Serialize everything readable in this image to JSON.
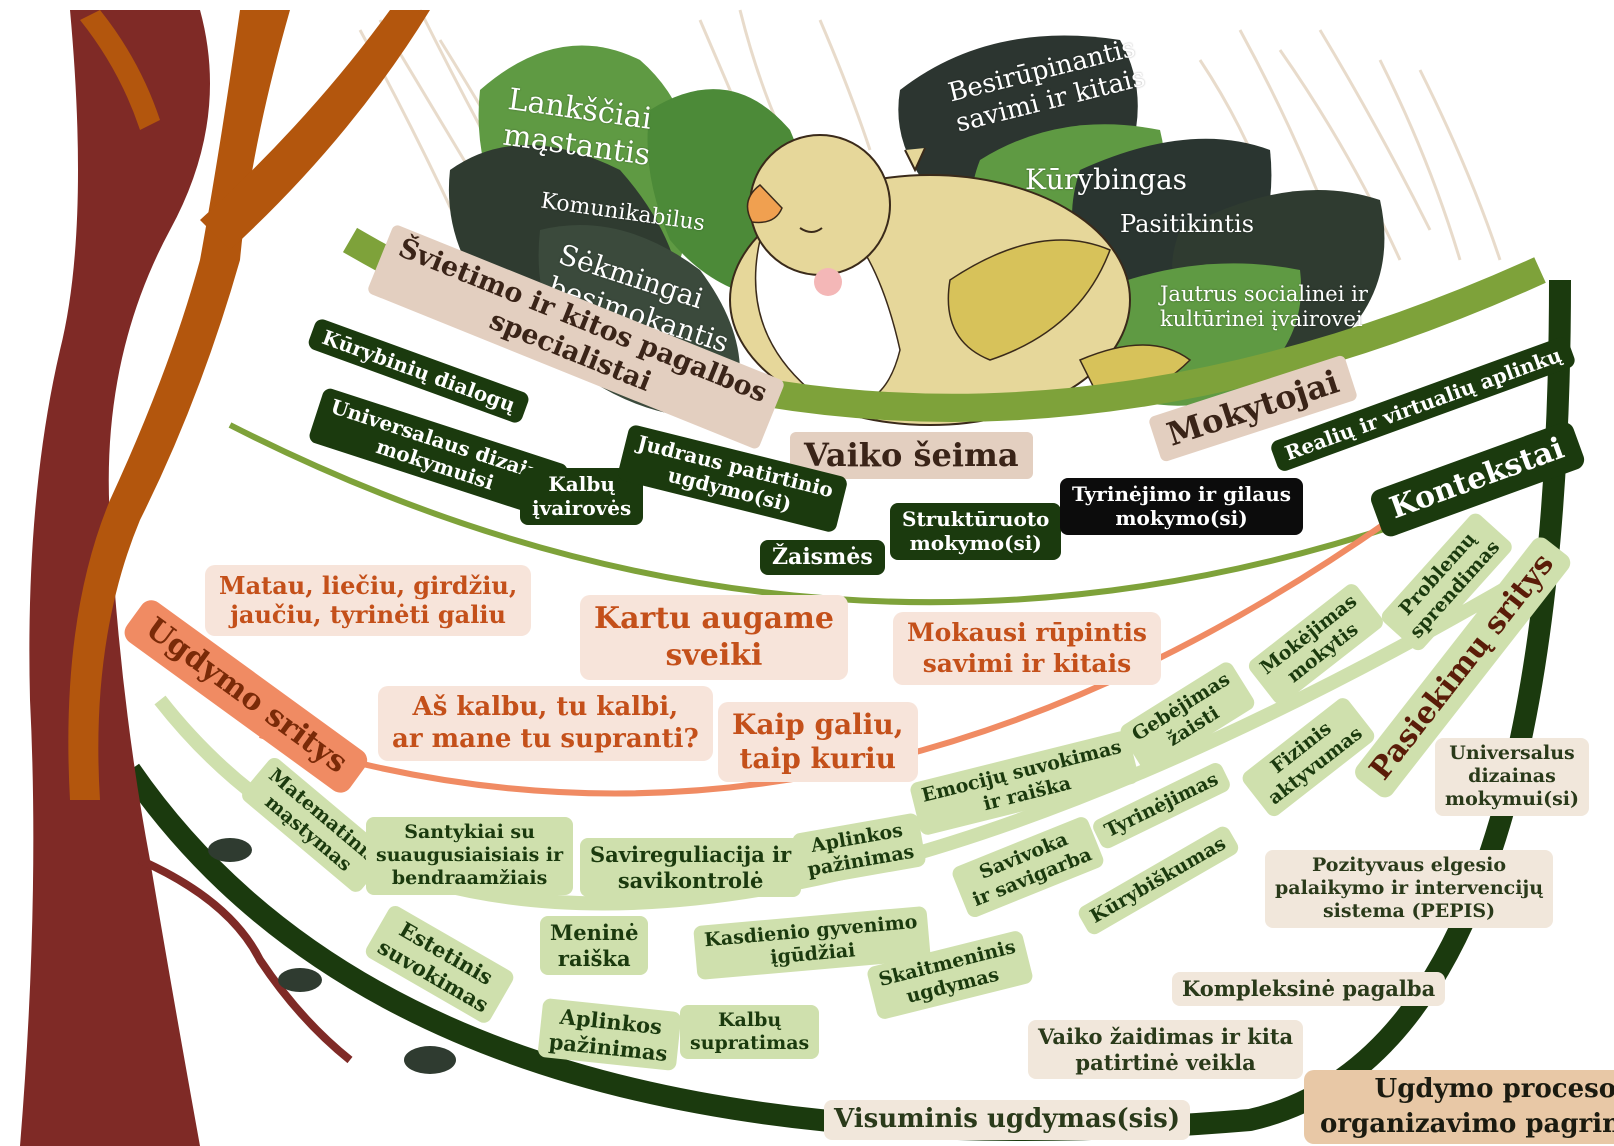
{
  "leaves": {
    "lankstciai": "Lankščiai\nmąstantis",
    "komunikabilus": "Komunikabilus",
    "sekmingai": "Sėkmingai\nbesimokantis",
    "besirupinantis": "Besirūpinantis\nsavimi ir kitais",
    "kurybingas": "Kūrybingas",
    "pasitikintis": "Pasitikintis",
    "jautrus": "Jautrus socialinei ir\nkultūrinei įvairovei"
  },
  "actors": {
    "svietimo": "Švietimo ir kitos pagalbos\nspecialistai",
    "seima": "Vaiko šeima",
    "mokytojai": "Mokytojai"
  },
  "kontekstai": {
    "title": "Kontekstai",
    "items": {
      "kurybiniu": "Kūrybinių dialogų",
      "universalaus": "Universalaus dizaino\nmokymuisi",
      "kalbu": "Kalbų\nįvairovės",
      "judraus": "Judraus patirtinio\nugdymo(si)",
      "zaismes": "Žaismės",
      "strukturuoto": "Struktūruoto\nmokymo(si)",
      "tyrinejimo": "Tyrinėjimo ir gilaus\nmokymo(si)",
      "realiu": "Realių ir virtualių aplinkų"
    }
  },
  "ugdymo_sritys": {
    "title": "Ugdymo sritys",
    "items": {
      "matau": "Matau, liečiu, girdžiu,\njaučiu, tyrinėti galiu",
      "kartu": "Kartu augame\nsveiki",
      "mokausi": "Mokausi rūpintis\nsavimi ir kitais",
      "as_kalbu": "Aš kalbu, tu kalbi,\nar mane tu supranti?",
      "kaip": "Kaip galiu,\ntaip kuriu"
    }
  },
  "pasiekimu_sritys": {
    "title": "Pasiekimų sritys",
    "items": {
      "matematinis": "Matematinis\nmąstymas",
      "santykiai": "Santykiai su\nsuaugusiaisiais ir\nbendraamžiais",
      "saviregulacija": "Savireguliacija ir\nsavikontrolė",
      "aplinkos1": "Aplinkos\npažinimas",
      "emociju": "Emocijų suvokimas\nir raiška",
      "gebejimas": "Gebėjimas\nžaisti",
      "mokejimas": "Mokėjimas\nmokytis",
      "problemu": "Problemų\nsprendimas",
      "estetinis": "Estetinis\nsuvokimas",
      "menine": "Meninė\nraiška",
      "kasdienio": "Kasdienio gyvenimo\nįgūdžiai",
      "savivoka": "Savivoka\nir savigarba",
      "tyrinejimas": "Tyrinėjimas",
      "fizinis": "Fizinis\naktyvumas",
      "aplinkos2": "Aplinkos\npažinimas",
      "kalbu_supratimas": "Kalbų\nsupratimas",
      "skaitmeninis": "Skaitmeninis\nugdymas",
      "kurybiskumas": "Kūrybiškumas"
    }
  },
  "pagrindai": {
    "title": "Ugdymo proceso\norganizavimo pagrindas",
    "items": {
      "universalus": "Universalus\ndizainas\nmokymui(si)",
      "pepis": "Pozityvaus elgesio\npalaikymo ir intervencijų\nsistema (PEPIS)",
      "kompleksine": "Kompleksinė pagalba",
      "vaiko_zaidimas": "Vaiko žaidimas ir kita\npatirtinė veikla",
      "visuminis": "Visuminis ugdymas(sis)"
    }
  },
  "colors": {
    "trunk": "#7f2a26",
    "branch": "#b3560d",
    "dark_green": "#1b3a0e",
    "mid_green": "#7ea23a",
    "light_green": "#cfe0ad",
    "salmon": "#f08b63",
    "bird_body": "#e6d79a",
    "bird_wing": "#d7c25a"
  }
}
